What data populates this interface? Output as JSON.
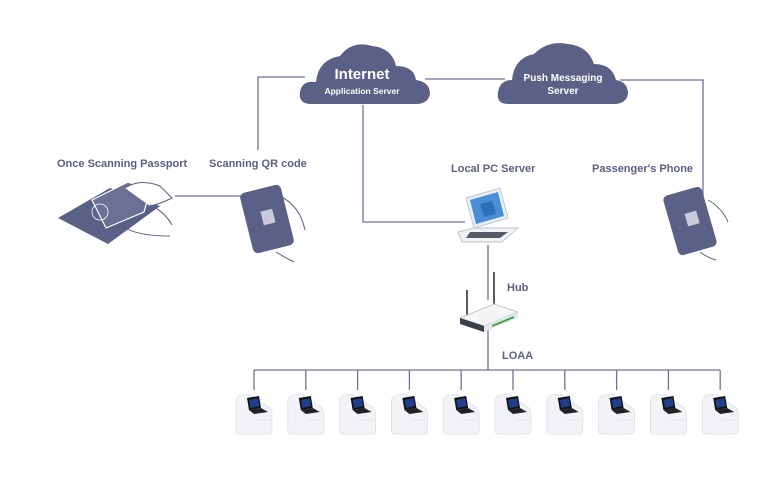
{
  "diagram": {
    "type": "network-architecture",
    "colors": {
      "primary": "#5b6087",
      "line": "#6e7398",
      "label": "#5a5f86",
      "screen": "#1f3f8a",
      "kiosk_body": "#f2f3f6"
    },
    "nodes": {
      "internet": {
        "title": "Internet",
        "subtitle": "Application Server",
        "icon": "cloud-icon"
      },
      "push": {
        "title": "Push Messaging",
        "subtitle": "Server",
        "icon": "cloud-icon"
      },
      "passport": {
        "label": "Once Scanning Passport",
        "icon": "passport-scan-icon"
      },
      "qr": {
        "label": "Scanning QR code",
        "icon": "phone-qr-icon"
      },
      "local_pc": {
        "label": "Local PC Server",
        "icon": "laptop-icon"
      },
      "passenger_phone": {
        "label": "Passenger's Phone",
        "icon": "phone-qr-icon"
      },
      "hub": {
        "label": "Hub",
        "icon": "router-icon"
      },
      "loaa": {
        "label": "LOAA",
        "icon": "kiosk-icon",
        "count": 10
      }
    },
    "edges": [
      [
        "internet",
        "qr"
      ],
      [
        "internet",
        "push"
      ],
      [
        "internet",
        "local_pc"
      ],
      [
        "push",
        "passenger_phone"
      ],
      [
        "passport",
        "qr"
      ],
      [
        "local_pc",
        "hub"
      ],
      [
        "hub",
        "loaa"
      ]
    ]
  }
}
